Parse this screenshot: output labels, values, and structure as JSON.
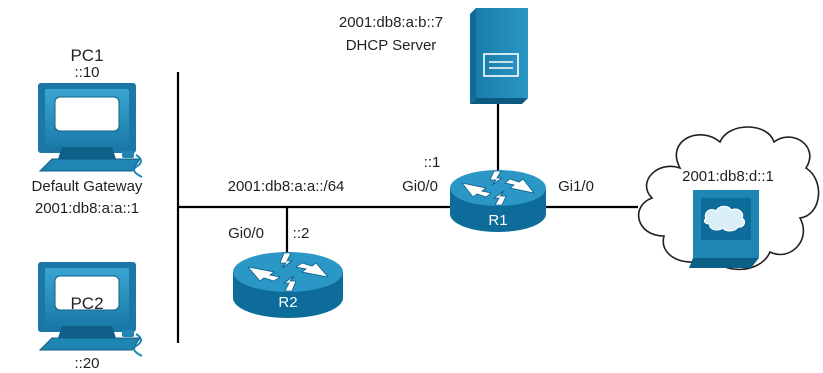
{
  "colors": {
    "device_blue": "#1f86b4",
    "device_dark": "#0d5f86",
    "device_light": "#2e9cc9",
    "line": "#000000",
    "text": "#231f20"
  },
  "pc1": {
    "name": "PC1",
    "addr": "::10"
  },
  "pc2": {
    "name": "PC2",
    "addr": "::20"
  },
  "gateway": {
    "title": "Default Gateway",
    "addr": "2001:db8:a:a::1"
  },
  "segment": {
    "prefix": "2001:db8:a:a::/64"
  },
  "r1": {
    "name": "R1",
    "intf_left": "Gi0/0",
    "intf_right": "Gi1/0",
    "addr": "::1"
  },
  "r2": {
    "name": "R2",
    "intf": "Gi0/0",
    "addr": "::2"
  },
  "dhcp": {
    "addr": "2001:db8:a:b::7",
    "label": "DHCP Server"
  },
  "remote": {
    "addr": "2001:db8:d::1"
  },
  "icons": [
    "pc-icon",
    "router-icon",
    "server-icon",
    "cloud-icon",
    "terminal-icon"
  ]
}
